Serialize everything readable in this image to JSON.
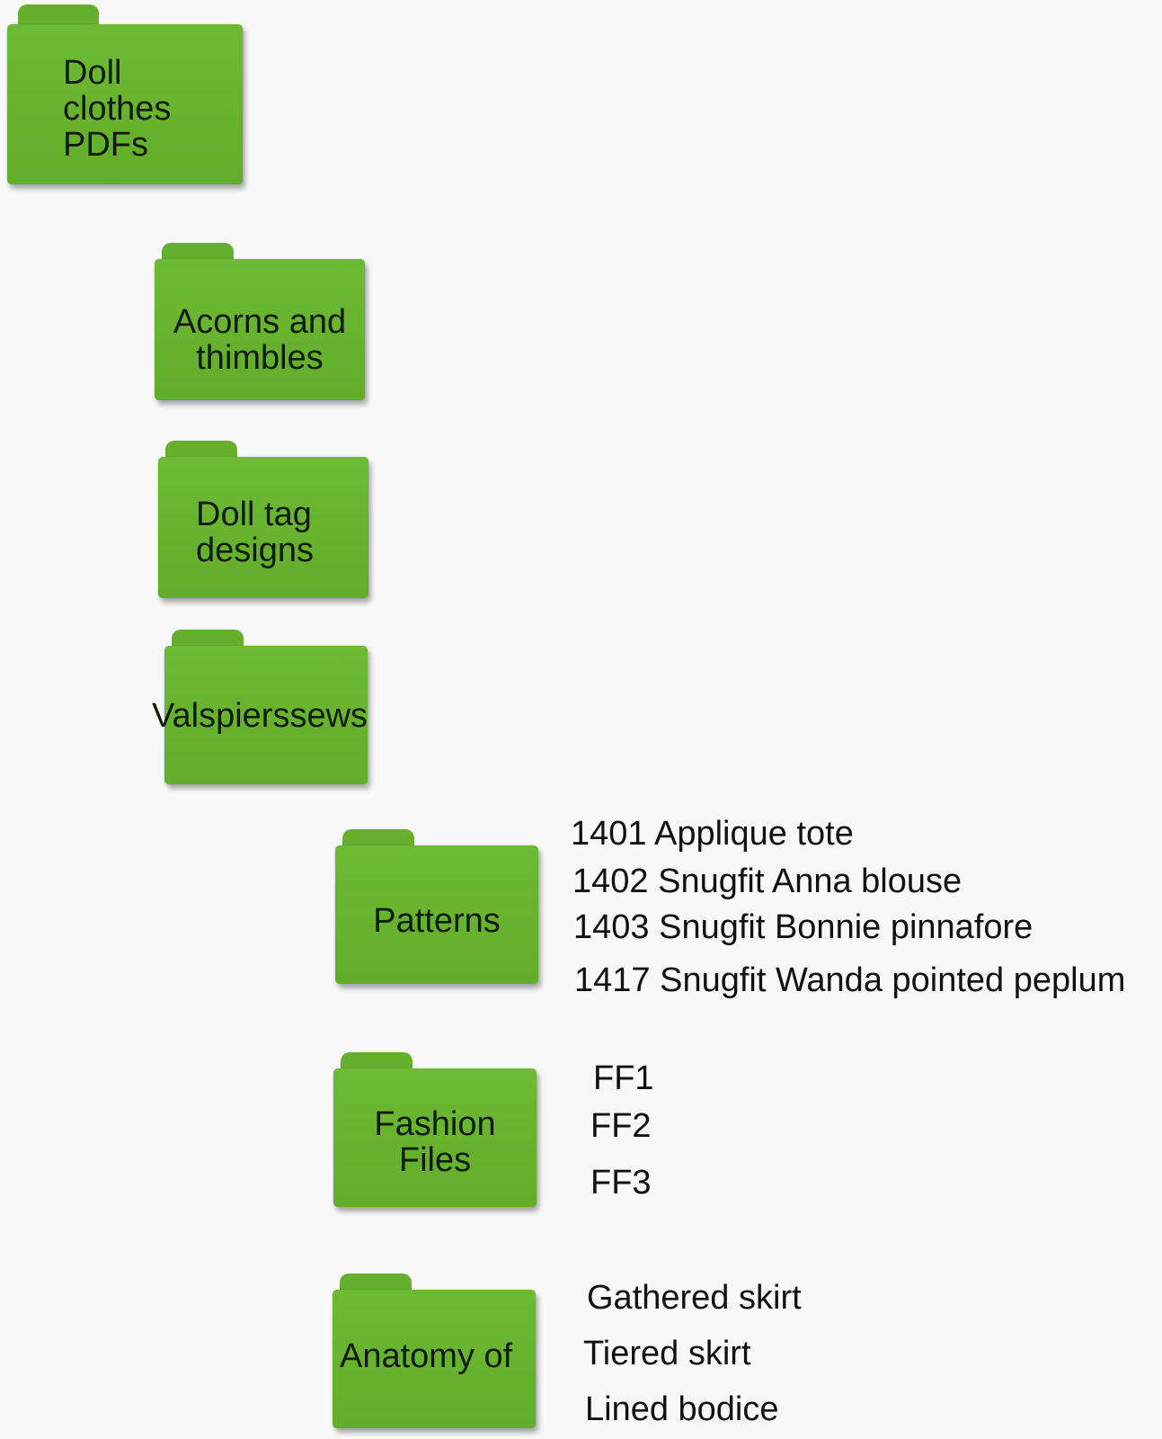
{
  "folders": {
    "root": {
      "label": "Doll\nclothes\nPDFs"
    },
    "acorns": {
      "label": "Acorns and\nthimbles"
    },
    "tags": {
      "label": "Doll tag\ndesigns"
    },
    "valspier": {
      "label": "Valspierssews"
    },
    "patterns": {
      "label": "Patterns",
      "items": [
        "1401 Applique tote",
        "1402 Snugfit Anna blouse",
        "1403 Snugfit Bonnie pinnafore",
        "1417 Snugfit Wanda pointed peplum"
      ]
    },
    "fashion": {
      "label": "Fashion\nFiles",
      "items": [
        "FF1",
        "FF2",
        "FF3"
      ]
    },
    "anatomy": {
      "label": "Anatomy of",
      "items": [
        "Gathered skirt",
        "Tiered skirt",
        "Lined bodice"
      ]
    }
  },
  "colors": {
    "folder": "#65b02c",
    "background": "#f8f8f8"
  },
  "icons": {
    "folder": "folder-icon"
  }
}
